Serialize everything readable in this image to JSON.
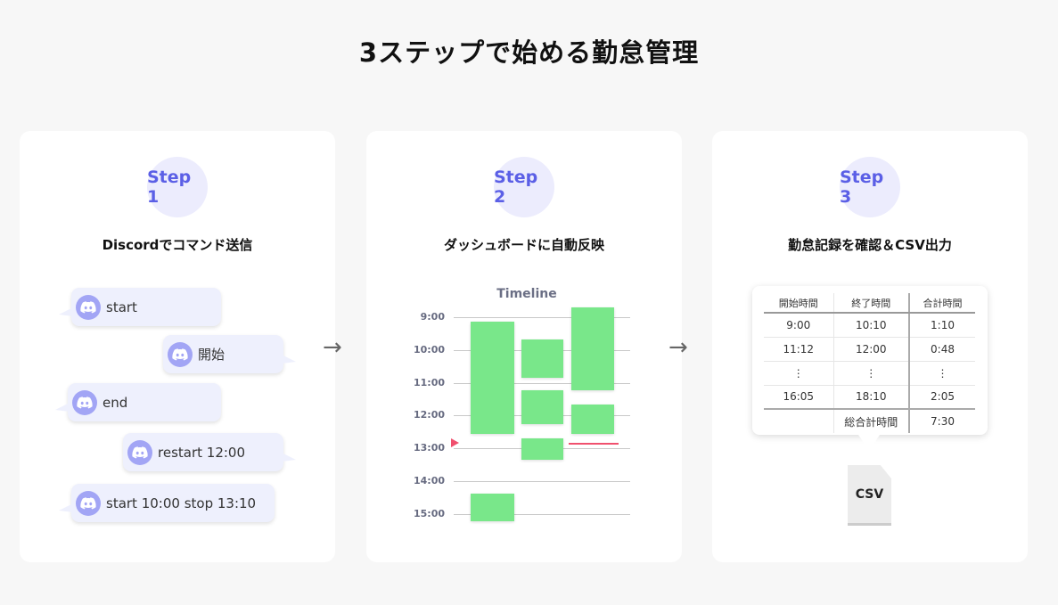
{
  "title": "3ステップで始める勤怠管理",
  "steps": [
    {
      "badge": "Step 1",
      "subtitle": "Discordでコマンド送信"
    },
    {
      "badge": "Step 2",
      "subtitle": "ダッシュボードに自動反映"
    },
    {
      "badge": "Step 3",
      "subtitle": "勤怠記録を確認＆CSV出力"
    }
  ],
  "chat": [
    {
      "text": "start",
      "side": "left"
    },
    {
      "text": "開始",
      "side": "right"
    },
    {
      "text": "end",
      "side": "left"
    },
    {
      "text": "restart 12:00",
      "side": "right"
    },
    {
      "text": "start 10:00 stop 13:10",
      "side": "left"
    }
  ],
  "timeline": {
    "title": "Timeline",
    "hours": [
      "9:00",
      "10:00",
      "11:00",
      "12:00",
      "13:00",
      "14:00",
      "15:00"
    ],
    "blocks": [
      {
        "col": 0,
        "start": 9.14,
        "end": 12.57
      },
      {
        "col": 0,
        "start": 14.38,
        "end": 15.22
      },
      {
        "col": 1,
        "start": 9.68,
        "end": 10.85
      },
      {
        "col": 1,
        "start": 11.22,
        "end": 12.25
      },
      {
        "col": 1,
        "start": 12.7,
        "end": 13.36
      },
      {
        "col": 2,
        "start": 8.7,
        "end": 11.22
      },
      {
        "col": 2,
        "start": 11.65,
        "end": 12.55
      }
    ],
    "now": 12.84,
    "block_color": "#79e78a",
    "now_color": "#f0506e"
  },
  "table": {
    "headers": [
      "開始時間",
      "終了時間",
      "合計時間"
    ],
    "rows": [
      [
        "9:00",
        "10:10",
        "1:10"
      ],
      [
        "11:12",
        "12:00",
        "0:48"
      ],
      [
        "⋮",
        "⋮",
        "⋮"
      ],
      [
        "16:05",
        "18:10",
        "2:05"
      ]
    ],
    "total_label": "総合計時間",
    "total": "7:30"
  },
  "csv_label": "CSV"
}
